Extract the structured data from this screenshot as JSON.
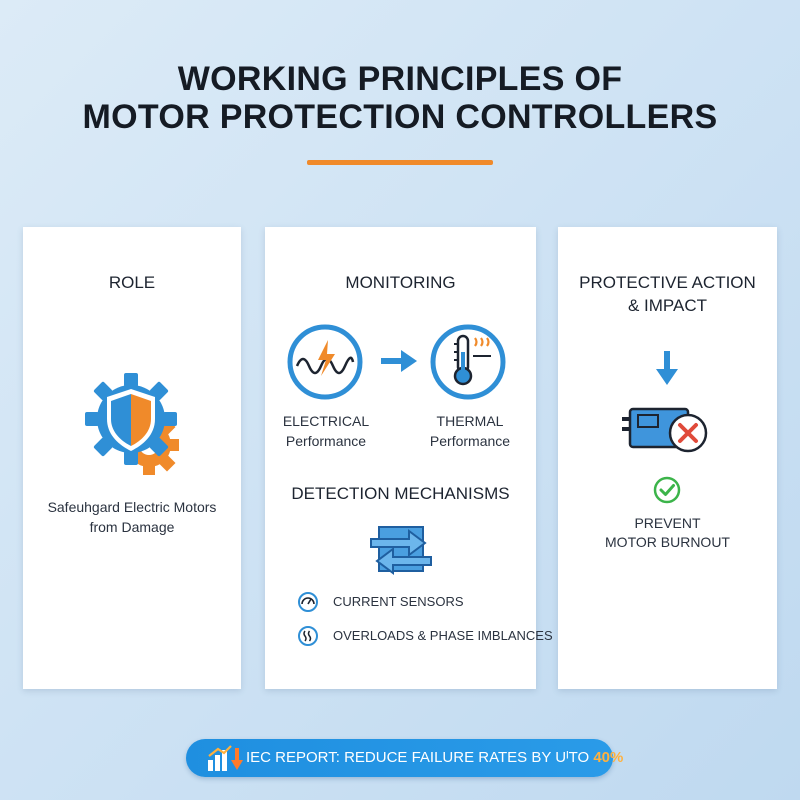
{
  "title": {
    "line1": "WORKING PRINCIPLES OF",
    "line2": "MOTOR PROTECTION CONTROLLERS"
  },
  "colors": {
    "accent_orange": "#f08a2a",
    "icon_blue": "#2f8fd6",
    "check_green": "#3cb44a",
    "stop_red": "#e04a3a",
    "footer_blue": "#1f8fe0",
    "footer_highlight": "#ffb13d"
  },
  "role_card": {
    "heading": "ROLE",
    "icon": "gear-shield-icon",
    "caption_line1": "Safeuhgard Electric Motors",
    "caption_line2": "from Damage"
  },
  "monitoring_card": {
    "heading": "MONITORING",
    "electrical": {
      "icon": "lightning-wave-icon",
      "label_line1": "ELECTRICAL",
      "label_line2": "Performance"
    },
    "arrow_icon": "arrow-right-icon",
    "thermal": {
      "icon": "thermometer-icon",
      "label_line1": "THERMAL",
      "label_line2": "Performance"
    },
    "detection": {
      "heading": "DETECTION MECHANISMS",
      "icon": "exchange-arrows-icon",
      "items": [
        {
          "icon": "gauge-icon",
          "label": "CURRENT SENSORS"
        },
        {
          "icon": "heat-waves-icon",
          "label": "OVERLOADS & PHASE IMBLANCES"
        }
      ]
    }
  },
  "action_card": {
    "heading_line1": "PROTECTIVE ACTION",
    "heading_line2": "& IMPACT",
    "arrow_icon": "arrow-down-icon",
    "motor_icon": "motor-stop-icon",
    "check_icon": "check-circle-icon",
    "result_line1": "PREVENT",
    "result_line2": "MOTOR BURNOUT"
  },
  "footer": {
    "icon": "bar-chart-down-icon",
    "text": "IEC REPORT: REDUCE FAILURE RATES BY UᴵTO",
    "highlight": "40%"
  }
}
